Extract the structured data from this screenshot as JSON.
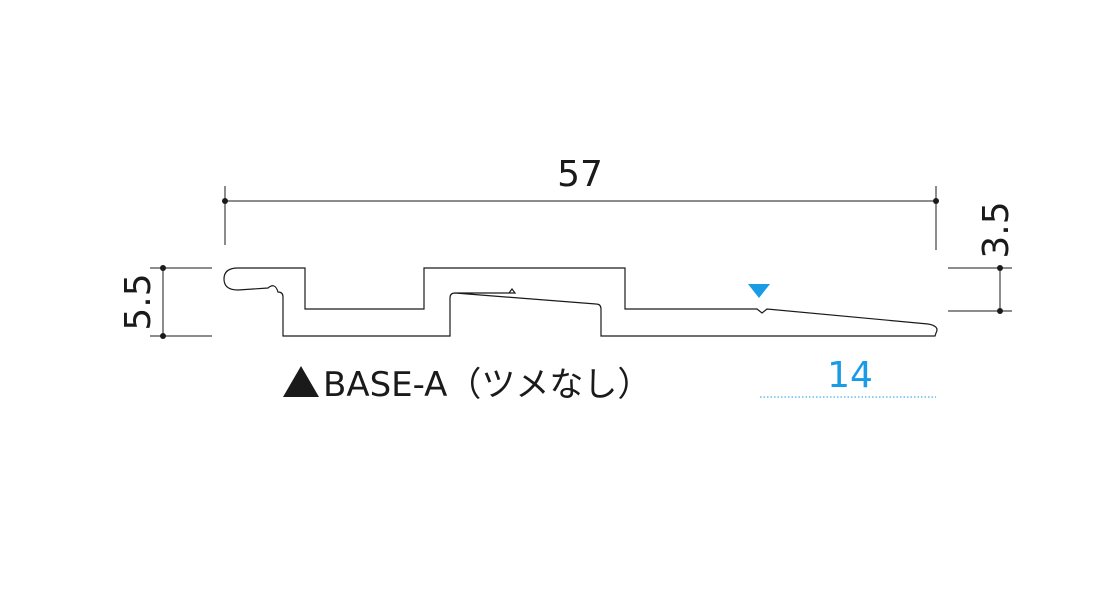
{
  "dimensions": {
    "width_label": "57",
    "height_label": "5.5",
    "right_height_label": "3.5",
    "slope_label": "14"
  },
  "caption": {
    "marker": "▲",
    "label": "BASE-A（ツメなし）"
  },
  "colors": {
    "line": "#1a1a1a",
    "accent": "#1a9be6"
  }
}
